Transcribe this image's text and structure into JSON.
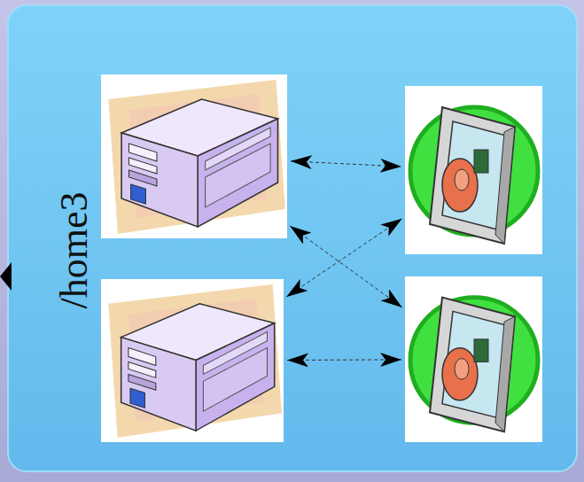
{
  "diagram": {
    "nodes": [
      {
        "text": [
          "/home3"
        ]
      },
      {
        "text": [],
        "in": 0
      },
      {
        "text": [],
        "in": 0
      },
      {
        "text": [],
        "in": 0
      },
      {
        "text": [],
        "in": 0
      }
    ],
    "edges": [
      {
        "from": 1,
        "to": 2,
        "arrow": "both"
      },
      {
        "from": 1,
        "to": 4,
        "arrow": "both"
      },
      {
        "from": 3,
        "to": 2,
        "arrow": "both"
      },
      {
        "from": 3,
        "to": 4,
        "arrow": "both"
      }
    ]
  }
}
